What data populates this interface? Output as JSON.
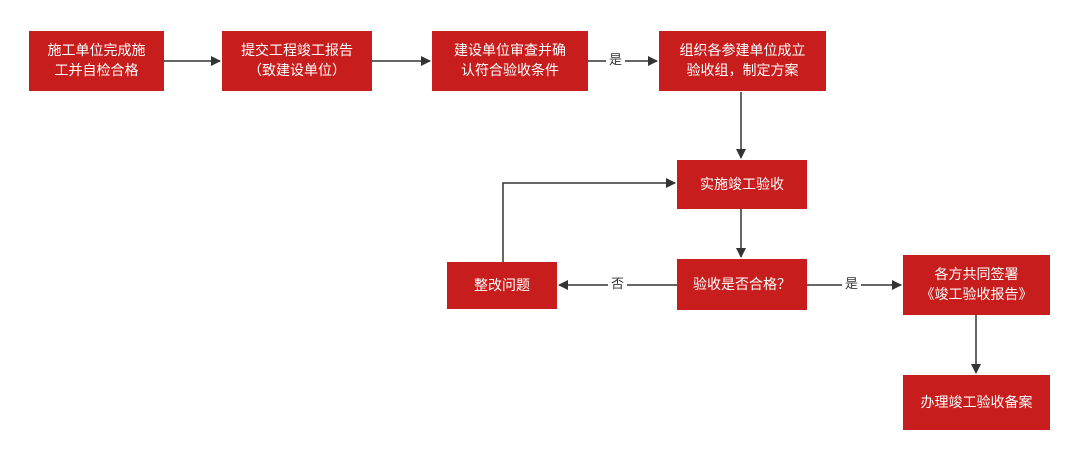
{
  "colors": {
    "node_fill": "#c81d1d",
    "node_text": "#ffffff",
    "arrow": "#333333"
  },
  "nodes": {
    "n1": {
      "line1": "施工单位完成施",
      "line2": "工并自检合格"
    },
    "n2": {
      "line1": "提交工程竣工报告",
      "line2": "（致建设单位）"
    },
    "n3": {
      "line1": "建设单位审查并确",
      "line2": "认符合验收条件"
    },
    "n4": {
      "line1": "组织各参建单位成立",
      "line2": "验收组，制定方案"
    },
    "n5": {
      "line1": "实施竣工验收"
    },
    "n6": {
      "line1": "验收是否合格？"
    },
    "n7": {
      "line1": "整改问题"
    },
    "n8": {
      "line1": "各方共同签署",
      "line2": "《竣工验收报告》"
    },
    "n9": {
      "line1": "办理竣工验收备案"
    }
  },
  "edge_labels": {
    "yes_top": "是",
    "no": "否",
    "yes_right": "是"
  }
}
